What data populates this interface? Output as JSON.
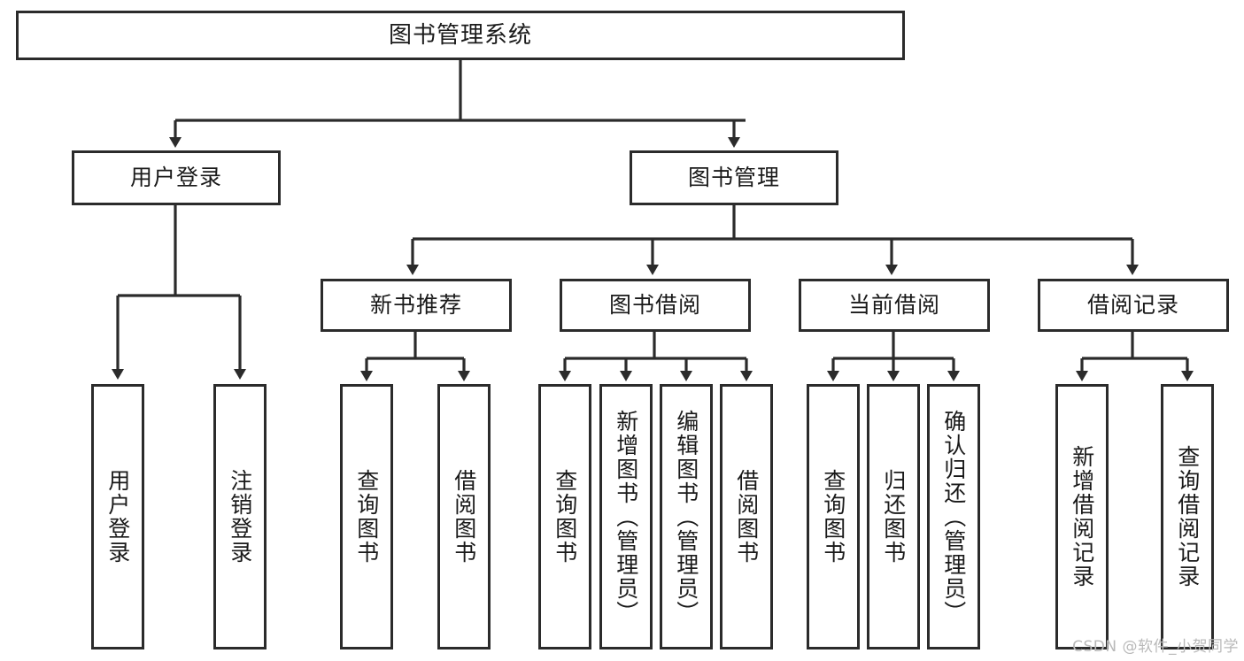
{
  "diagram": {
    "title": "图书管理系统",
    "type": "tree-hierarchy-diagram",
    "colors": {
      "stroke": "#2b2b2b",
      "fill": "#ffffff",
      "text": "#1a1a1a",
      "watermark": "#b9b9b9"
    },
    "root": {
      "label": "图书管理系统"
    },
    "level1": [
      {
        "label": "用户登录"
      },
      {
        "label": "图书管理"
      }
    ],
    "level2": [
      {
        "label": "新书推荐"
      },
      {
        "label": "图书借阅"
      },
      {
        "label": "当前借阅"
      },
      {
        "label": "借阅记录"
      }
    ],
    "leaves": {
      "user_login": [
        {
          "label": "用户登录"
        },
        {
          "label": "注销登录"
        }
      ],
      "new_book_recommend": [
        {
          "label": "查询图书"
        },
        {
          "label": "借阅图书"
        }
      ],
      "book_borrow": [
        {
          "label": "查询图书"
        },
        {
          "label": "新增图书（管理员）"
        },
        {
          "label": "编辑图书（管理员）"
        },
        {
          "label": "借阅图书"
        }
      ],
      "current_borrow": [
        {
          "label": "查询图书"
        },
        {
          "label": "归还图书"
        },
        {
          "label": "确认归还（管理员）"
        }
      ],
      "borrow_record": [
        {
          "label": "新增借阅记录"
        },
        {
          "label": "查询借阅记录"
        }
      ]
    },
    "watermark": "CSDN @软件_小贺同学"
  }
}
